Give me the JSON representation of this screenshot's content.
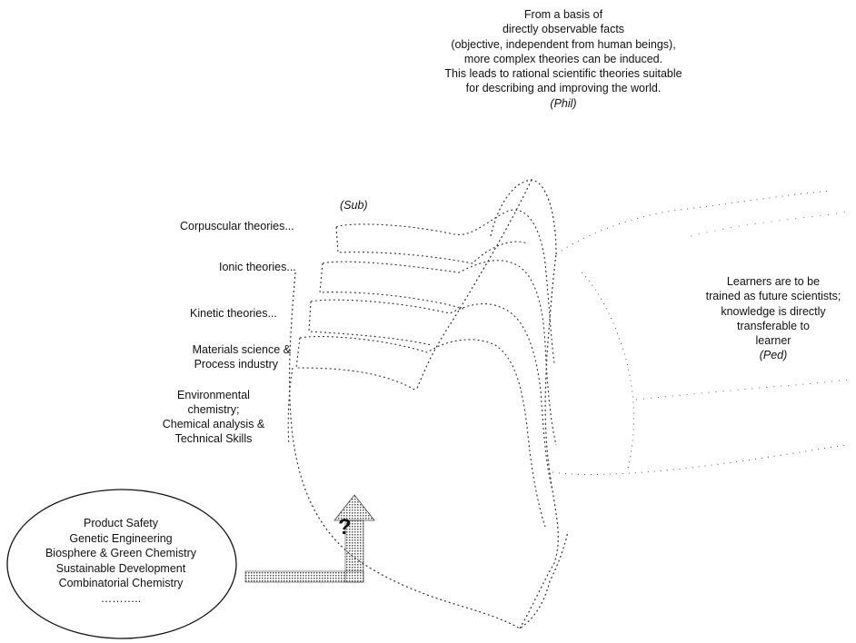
{
  "philosophy": {
    "lines": [
      "From a basis of",
      "directly observable facts",
      "(objective, independent from human beings),",
      "more complex theories can be induced.",
      "This leads to rational scientific theories suitable",
      "for describing and improving the world."
    ],
    "tag": "(Phil)"
  },
  "subject": {
    "tag": "(Sub)",
    "layers": [
      "Corpuscular theories...",
      "Ionic theories...",
      "Kinetic theories...",
      "Materials science &",
      "Process industry",
      "Environmental",
      "chemistry;",
      "Chemical analysis &",
      "Technical Skills"
    ]
  },
  "pedagogy": {
    "lines": [
      "Learners are to be",
      "trained as future scientists;",
      "knowledge is directly",
      "transferable to",
      "learner"
    ],
    "tag": "(Ped)"
  },
  "new_topics": {
    "items": [
      "Product Safety",
      "Genetic Engineering",
      "Biosphere & Green Chemistry",
      "Sustainable Development",
      "Combinatorial Chemistry",
      "……….."
    ]
  },
  "arrow": {
    "symbol": "?"
  }
}
